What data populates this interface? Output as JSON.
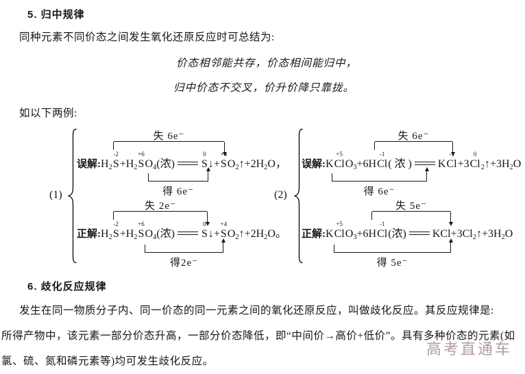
{
  "section5": {
    "heading": "5. 归中规律",
    "intro": "同种元素不同价态之间发生氧化还原反应时可总结为:",
    "rhyme_line1": "价态相邻能共存，价态相间能归中，",
    "rhyme_line2": "归中价态不交叉，价升价降只靠拢。",
    "examples_lead": "如以下两例:"
  },
  "diagrams": [
    {
      "index": "(1)",
      "wrong": {
        "label": "误解:",
        "lose_label": "失 6e⁻",
        "gain_label": "得 6e⁻",
        "tokens": [
          {
            "t": "H"
          },
          {
            "sub": "2"
          },
          {
            "t": "S",
            "val": "-2"
          },
          {
            "t": "+H"
          },
          {
            "sub": "2"
          },
          {
            "t": "S",
            "val": "+6"
          },
          {
            "t": "O"
          },
          {
            "sub": "4"
          },
          {
            "t": "(浓)"
          },
          {
            "eq": true
          },
          {
            "t": "S",
            "val": "0"
          },
          {
            "t": "↓+"
          },
          {
            "t": "S",
            "val": "+4"
          },
          {
            "t": "O"
          },
          {
            "sub": "2"
          },
          {
            "t": "↑+2H"
          },
          {
            "sub": "2"
          },
          {
            "t": "O，"
          }
        ]
      },
      "right": {
        "label": "正解:",
        "lose_label": "失 2e⁻",
        "gain_label": "得2e⁻",
        "tokens": [
          {
            "t": "H"
          },
          {
            "sub": "2"
          },
          {
            "t": "S",
            "val": "-2"
          },
          {
            "t": "+H"
          },
          {
            "sub": "2"
          },
          {
            "t": "S",
            "val": "+6"
          },
          {
            "t": "O"
          },
          {
            "sub": "4"
          },
          {
            "t": "(浓)"
          },
          {
            "eq": true
          },
          {
            "t": "S",
            "val": "0"
          },
          {
            "t": "↓+"
          },
          {
            "t": "S",
            "val": "+4"
          },
          {
            "t": "O"
          },
          {
            "sub": "2"
          },
          {
            "t": "↑+2H"
          },
          {
            "sub": "2"
          },
          {
            "t": "O。"
          }
        ]
      }
    },
    {
      "index": "(2)",
      "wrong": {
        "label": "误解:",
        "lose_label": "失 6e⁻",
        "gain_label": "得 6e⁻",
        "tokens": [
          {
            "t": "K"
          },
          {
            "t": "Cl",
            "val": "+5"
          },
          {
            "t": "O"
          },
          {
            "sub": "3"
          },
          {
            "t": "+6H"
          },
          {
            "t": "Cl",
            "val": "-1"
          },
          {
            "t": "( 浓 )"
          },
          {
            "eq": true
          },
          {
            "t": "K"
          },
          {
            "t": "Cl",
            "val": "-1"
          },
          {
            "t": "+3"
          },
          {
            "t": "Cl",
            "val": "0"
          },
          {
            "sub": "2"
          },
          {
            "t": "↑+3H"
          },
          {
            "sub": "2"
          },
          {
            "t": "O"
          }
        ]
      },
      "right": {
        "label": "正解:",
        "lose_label": "失 5e⁻",
        "gain_label": "得 5e⁻",
        "tokens": [
          {
            "t": "K"
          },
          {
            "t": "Cl",
            "val": "+5"
          },
          {
            "t": "O"
          },
          {
            "sub": "3"
          },
          {
            "t": "+6H"
          },
          {
            "t": "Cl",
            "val": "-1"
          },
          {
            "t": "(浓)"
          },
          {
            "eq": true
          },
          {
            "t": "KCl+3Cl"
          },
          {
            "sub": "2"
          },
          {
            "t": "↑+3H"
          },
          {
            "sub": "2"
          },
          {
            "t": "O"
          }
        ]
      }
    }
  ],
  "section6": {
    "heading": "6. 歧化反应规律",
    "paragraph_lines": [
      "发生在同一物质分子内、同一价态的同一元素之间的氧化还原反应，叫做歧化反应。其反应规律是:",
      "所得产物中，该元素一部分价态升高，一部分价态降低，即“中间价→高价+低价”。具有多种价态的元素(如",
      "氯、硫、氮和磷元素等)均可发生歧化反应。"
    ]
  },
  "watermark": {
    "text": "高考直通车",
    "color": "#a89393"
  }
}
